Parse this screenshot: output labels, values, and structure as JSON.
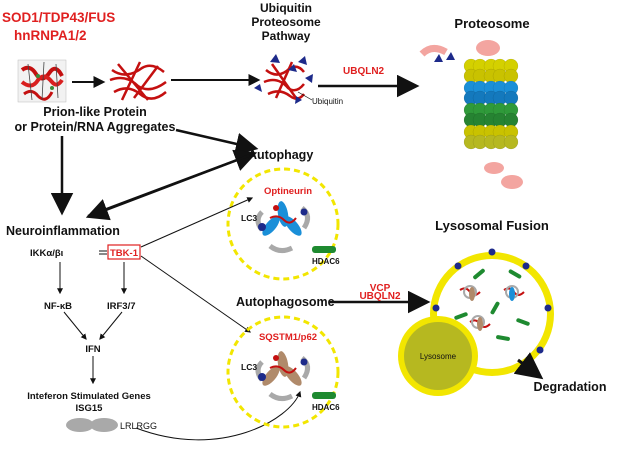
{
  "labels": {
    "protein_line1": "SOD1/TDP43/FUS",
    "protein_line2": "hnRNPA1/2",
    "ups_line1": "Ubiquitin",
    "ups_line2": "Proteosome",
    "ups_line3": "Pathway",
    "ubiquitin": "Ubiquitin",
    "ubqln2_top": "UBQLN2",
    "proteosome": "Proteosome",
    "aggregates_line1": "Prion-like Protein",
    "aggregates_line2": "or Protein/RNA Aggregates",
    "autophagy": "Autophagy",
    "optineurin": "Optineurin",
    "lc3_top": "LC3",
    "hdac6_top": "HDAC6",
    "neuroinflammation": "Neuroinflammation",
    "ikk": "IKKα/βι",
    "tbk1": "TBK-1",
    "nfkb": "NF-κB",
    "irf": "IRF3/7",
    "ifn": "IFN",
    "isg_line1": "Inteferon Stimulated Genes",
    "isg_line2": "ISG15",
    "lrlrgg": "LRLRGG",
    "autophagosome": "Autophagosome",
    "sqstm1": "SQSTM1/p62",
    "lc3_bottom": "LC3",
    "hdac6_bottom": "HDAC6",
    "vcp": "VCP",
    "ubqln2_bottom": "UBQLN2",
    "lysosomal_fusion": "Lysosomal Fusion",
    "lysosome": "Lysosome",
    "degradation": "Degradation"
  },
  "colors": {
    "red": "#e02020",
    "yellow": "#f2e600",
    "black": "#111111",
    "navy": "#1d2a8a",
    "pink": "#f3a5a0",
    "green": "#1e8a30",
    "blue": "#1a8fd8",
    "olive": "#b6b820",
    "grey": "#a9a9a9",
    "brown": "#b08a6a"
  }
}
